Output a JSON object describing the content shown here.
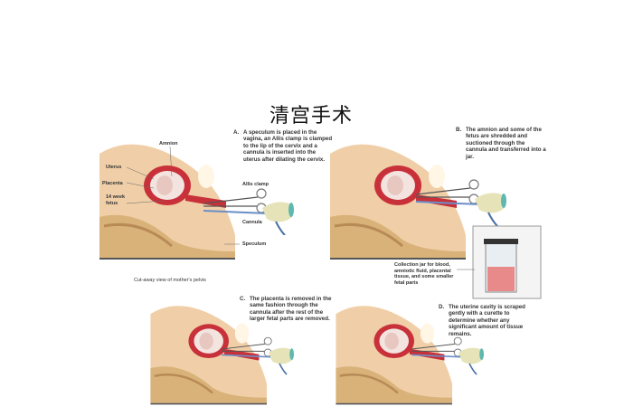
{
  "title": "清宫手术",
  "steps": [
    {
      "key": "A.",
      "text": "A speculum is placed in the vagina, an Allis clamp is clamped to the lip of the cervix and a cannula is inserted into the uterus after dilating the cervix."
    },
    {
      "key": "B.",
      "text": "The amnion and some of the fetus are shredded and suctioned through the cannula and transferred into a jar."
    },
    {
      "key": "C.",
      "text": "The placenta is removed in the same fashion through the cannula after the rest of the larger fetal parts are removed."
    },
    {
      "key": "D.",
      "text": "The uterine cavity is scraped gently with a curette to determine whether any significant amount of tissue remains."
    }
  ],
  "labels": {
    "amnion": "Amnion",
    "uterus": "Uterus",
    "placenta": "Placenta",
    "fetus": "14 week fetus",
    "allis_clamp": "Allis clamp",
    "cannula": "Cannula",
    "speculum": "Speculum",
    "caption": "Cut-away view of mother's pelvis",
    "jar": "Collection jar for blood, amniotic fluid, placental tissue, and some smaller fetal parts"
  },
  "colors": {
    "skin": "#f0cfa8",
    "uterus": "#c8303a",
    "glove": "#e6e3b8",
    "bone": "#d9b27a"
  }
}
